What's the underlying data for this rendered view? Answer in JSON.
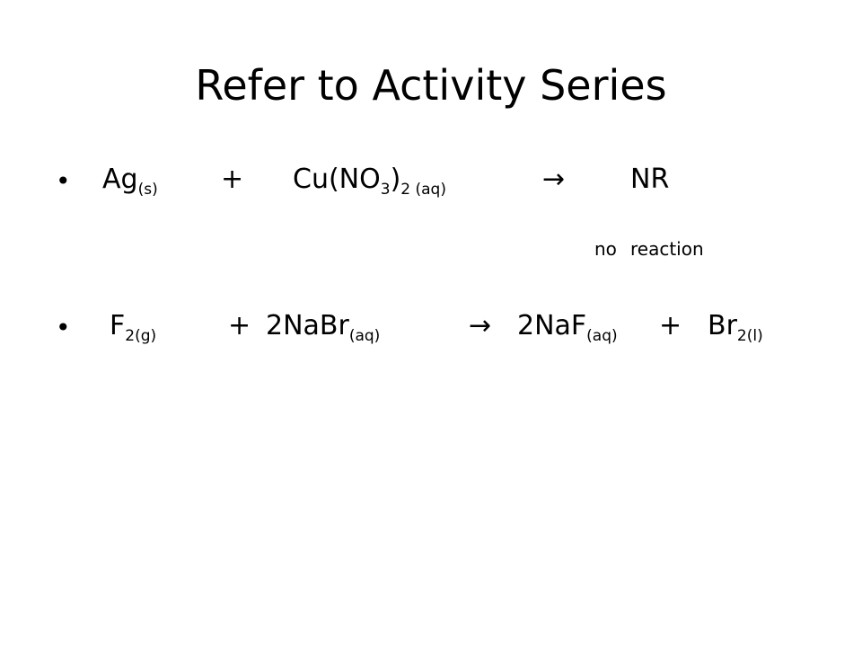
{
  "slide": {
    "title": "Refer to Activity Series",
    "bullet_glyph": "•",
    "equation1": {
      "ag": "Ag",
      "ag_state": "(s)",
      "plus": "+",
      "cu_main": "Cu(NO",
      "cu_sub3": "3",
      "cu_close": ")",
      "cu_state": "2 (aq)",
      "arrow": "→",
      "nr": "NR",
      "note_no": "no",
      "note_reaction": "reaction"
    },
    "equation2": {
      "f": "F",
      "f_state": "2(g)",
      "plus1": "+",
      "nabr": "2NaBr",
      "nabr_state": "(aq)",
      "arrow": "→",
      "naf": "2NaF",
      "naf_state": "(aq)",
      "plus2": "+",
      "br": "Br",
      "br_state": "2(l)"
    }
  }
}
